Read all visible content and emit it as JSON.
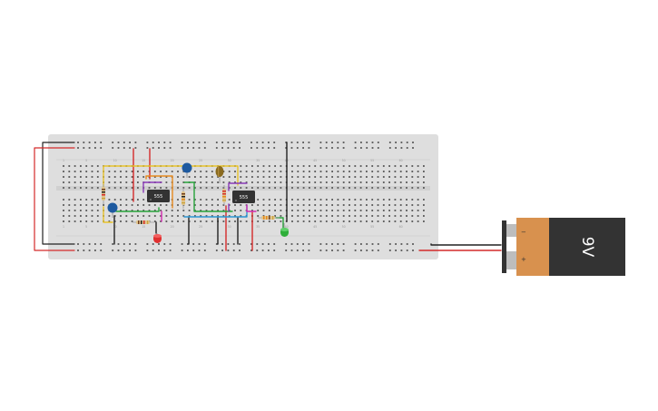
{
  "workspace": {
    "title": "Breadboard circuit"
  },
  "breadboard": {
    "column_labels": [
      "1",
      "5",
      "10",
      "15",
      "20",
      "25",
      "30",
      "35",
      "40",
      "45",
      "50",
      "55",
      "60"
    ]
  },
  "ics": [
    {
      "id": "ic1",
      "label": "555"
    },
    {
      "id": "ic2",
      "label": "555"
    }
  ],
  "battery": {
    "voltage_label": "9V",
    "minus_label": "−",
    "plus_label": "+"
  },
  "colors": {
    "board": "#dedede",
    "hole": "#555555",
    "wire_red": "#d42a2a",
    "wire_black": "#222222",
    "wire_yellow": "#e8c32a",
    "wire_orange": "#e68a1e",
    "wire_green": "#26a33a",
    "wire_blue": "#2a96d4",
    "wire_purple": "#8a3ab8",
    "wire_magenta": "#d42ab0",
    "ic_body": "#333333",
    "battery_orange": "#d8914e",
    "battery_black": "#333333"
  }
}
